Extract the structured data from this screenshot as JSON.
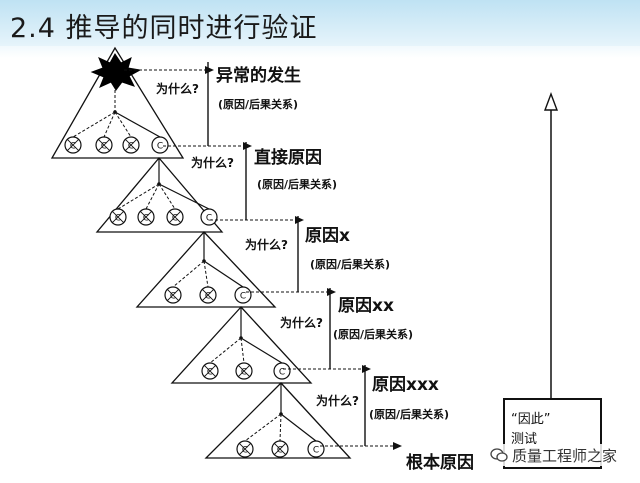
{
  "title": "2.4 推导的同时进行验证",
  "why_label": "为什么?",
  "relation_label": "(原因/后果关系)",
  "cause_circle_label": "C",
  "levels": [
    {
      "name": "异常的发生"
    },
    {
      "name": "直接原因"
    },
    {
      "name": "原因x"
    },
    {
      "name": "原因xx"
    },
    {
      "name": "原因xxx"
    },
    {
      "name": "根本原因"
    }
  ],
  "therefore_box": {
    "line1": "“因此”",
    "line2": "测试"
  },
  "watermark": "质量工程师之家",
  "colors": {
    "line": "#111111",
    "header": "#bfe2f3",
    "burst": "#000000"
  }
}
